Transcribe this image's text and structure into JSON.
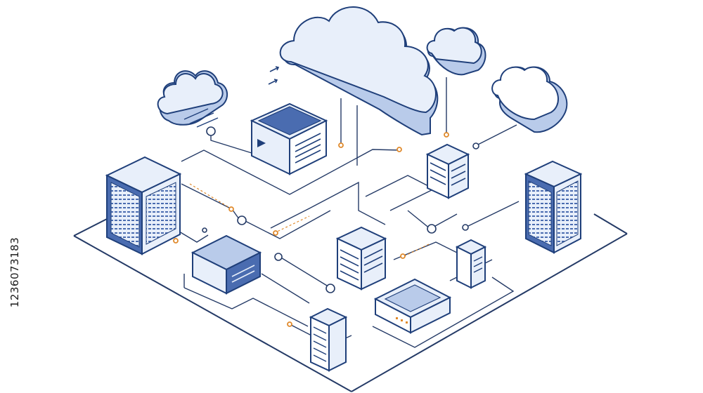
{
  "stock_id": "1236073183",
  "colors": {
    "outline": "#1f3f7a",
    "fill_light": "#e8effa",
    "fill_mid": "#b9cbea",
    "fill_dark": "#4a6cb0",
    "line": "#243a66",
    "accent": "#e08a2c"
  },
  "icons": [
    "cloud",
    "server-box",
    "server-rack",
    "tower-server",
    "router",
    "desktop-unit",
    "network-node"
  ]
}
